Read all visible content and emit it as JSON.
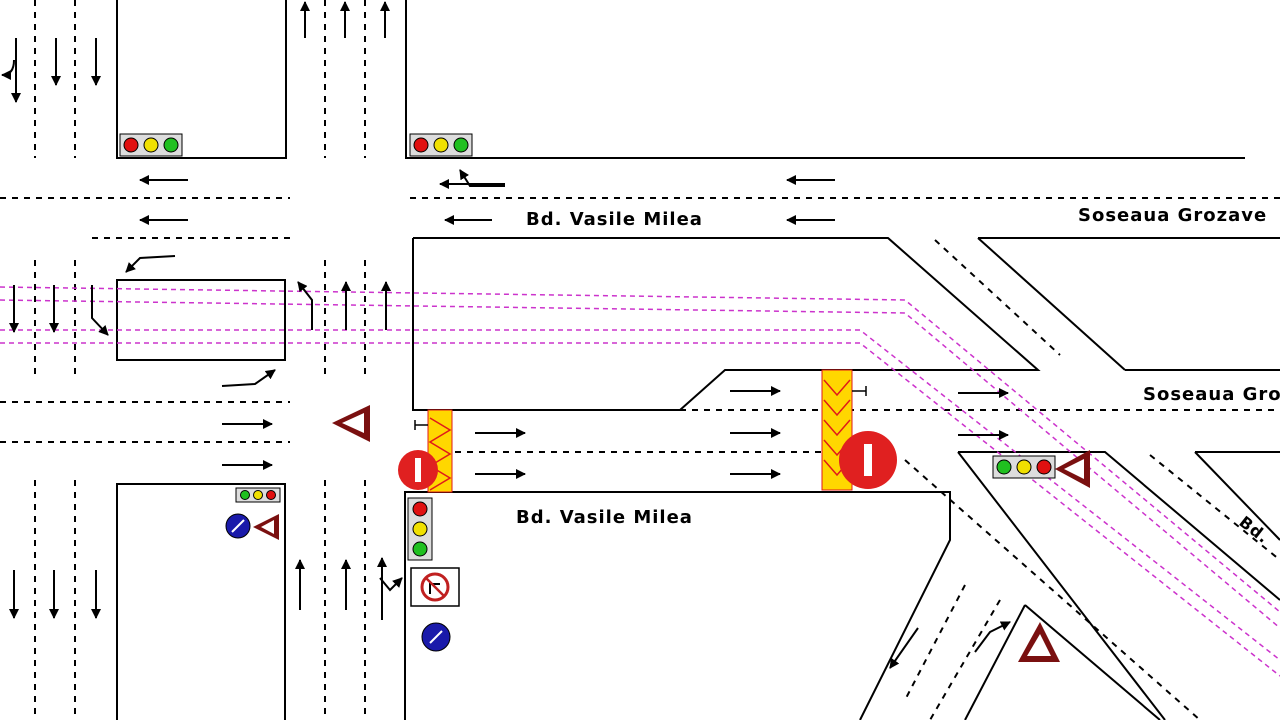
{
  "streets": {
    "vasile_milea_upper": "Bd. Vasile Milea",
    "vasile_milea_lower": "Bd. Vasile Milea",
    "grozavesti_top": "Soseaua Grozave",
    "grozavesti_mid": "Soseaua Gro",
    "diagonal": "Bd."
  },
  "colors": {
    "curb": "#000000",
    "lane_marking": "#000000",
    "tram_track": "#cc33cc",
    "crossing_fill": "#ffd700",
    "crossing_stripe": "#e01a1a",
    "priority_sign": "#e02020",
    "yield_sign": "#7a1010",
    "info_sign": "#1a1aaa",
    "light_red": "#e01010",
    "light_yellow": "#f0e000",
    "light_green": "#20c020"
  },
  "icons": {
    "traffic_light": "traffic-light-icon",
    "yield": "yield-sign-icon",
    "priority": "priority-sign-icon",
    "info": "info-sign-icon",
    "no_left_turn": "no-left-turn-sign-icon"
  }
}
